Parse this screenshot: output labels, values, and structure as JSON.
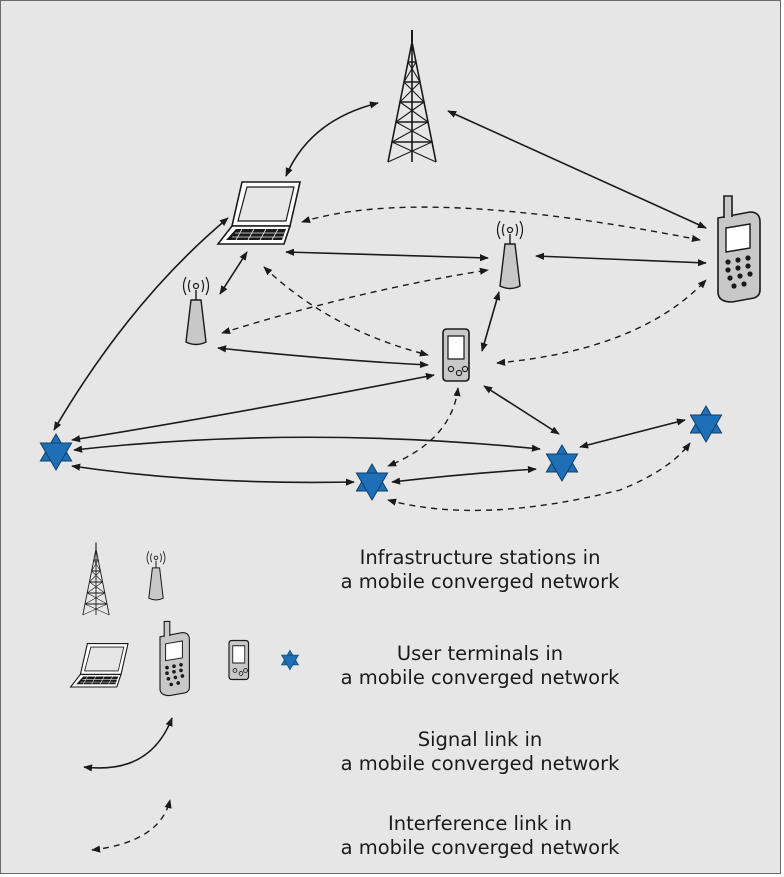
{
  "legend": {
    "infrastructure": {
      "line1": "Infrastructure stations in",
      "line2": "a mobile converged network"
    },
    "terminals": {
      "line1": "User terminals in",
      "line2": "a mobile converged network"
    },
    "signal": {
      "line1": "Signal link in",
      "line2": "a mobile converged network"
    },
    "interference": {
      "line1": "Interference link in",
      "line2": "a mobile converged network"
    }
  },
  "colors": {
    "panel": "#e6e6e6",
    "star": "#1e6fb5",
    "line": "#1a1a1a",
    "device": "#c8c8c8"
  },
  "icons": [
    "tower-icon",
    "access-point-icon",
    "laptop-icon",
    "phone-icon",
    "pda-icon",
    "star-terminal-icon"
  ]
}
